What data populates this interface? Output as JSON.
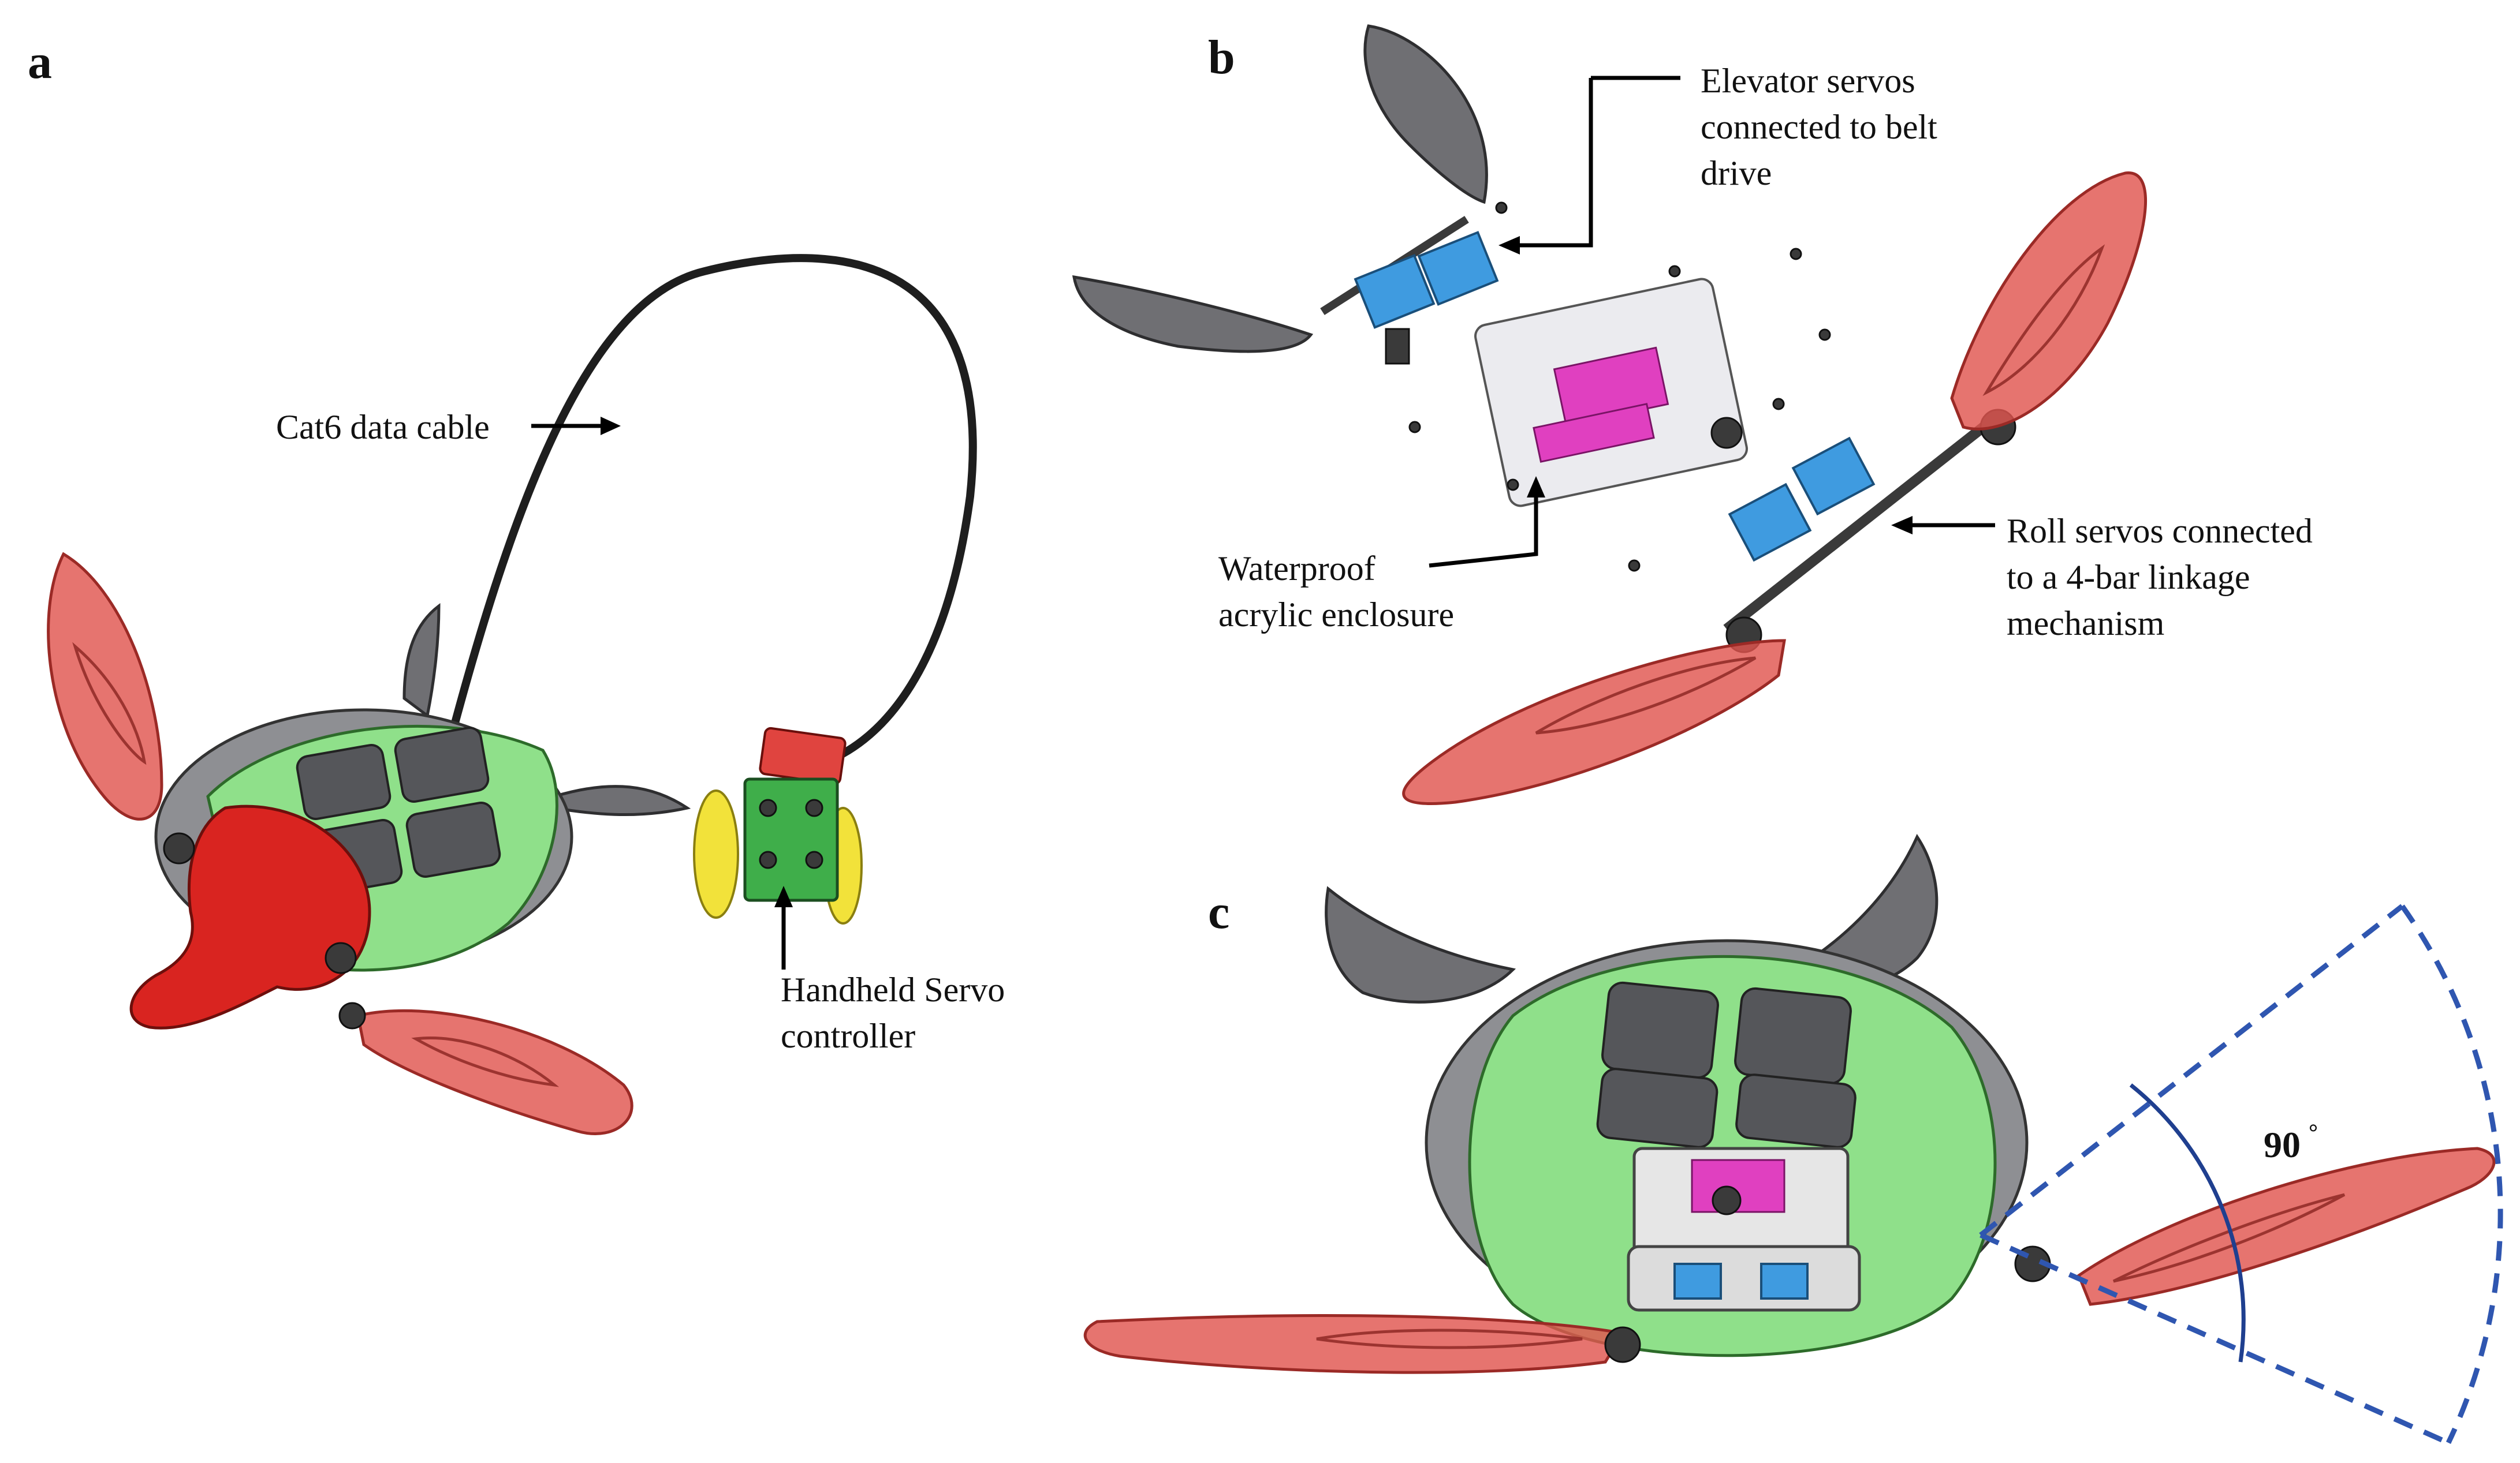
{
  "panels": {
    "a": {
      "letter": "a",
      "cable_label": "Cat6 data cable",
      "controller_label_line1": "Handheld Servo",
      "controller_label_line2": "controller"
    },
    "b": {
      "letter": "b",
      "elevator_label_line1": "Elevator servos",
      "elevator_label_line2": "connected to belt",
      "elevator_label_line3": "drive",
      "enclosure_label_line1": "Waterproof",
      "enclosure_label_line2": "acrylic enclosure",
      "roll_label_line1": "Roll servos connected",
      "roll_label_line2": "to a 4-bar linkage",
      "roll_label_line3": "mechanism"
    },
    "c": {
      "letter": "c",
      "angle_label": "90",
      "angle_unit": "°"
    }
  },
  "colors": {
    "flipper_red": "#e0554f",
    "shell_green": "#8fe08a",
    "shell_gray": "#8e8f93",
    "head_red": "#d92420",
    "servo_blue": "#3f9be0",
    "enclosure_magenta": "#e040c0",
    "angle_dashed_blue": "#2f56b0",
    "controller_green": "#3fae4a",
    "controller_yellow": "#f2e23a"
  }
}
